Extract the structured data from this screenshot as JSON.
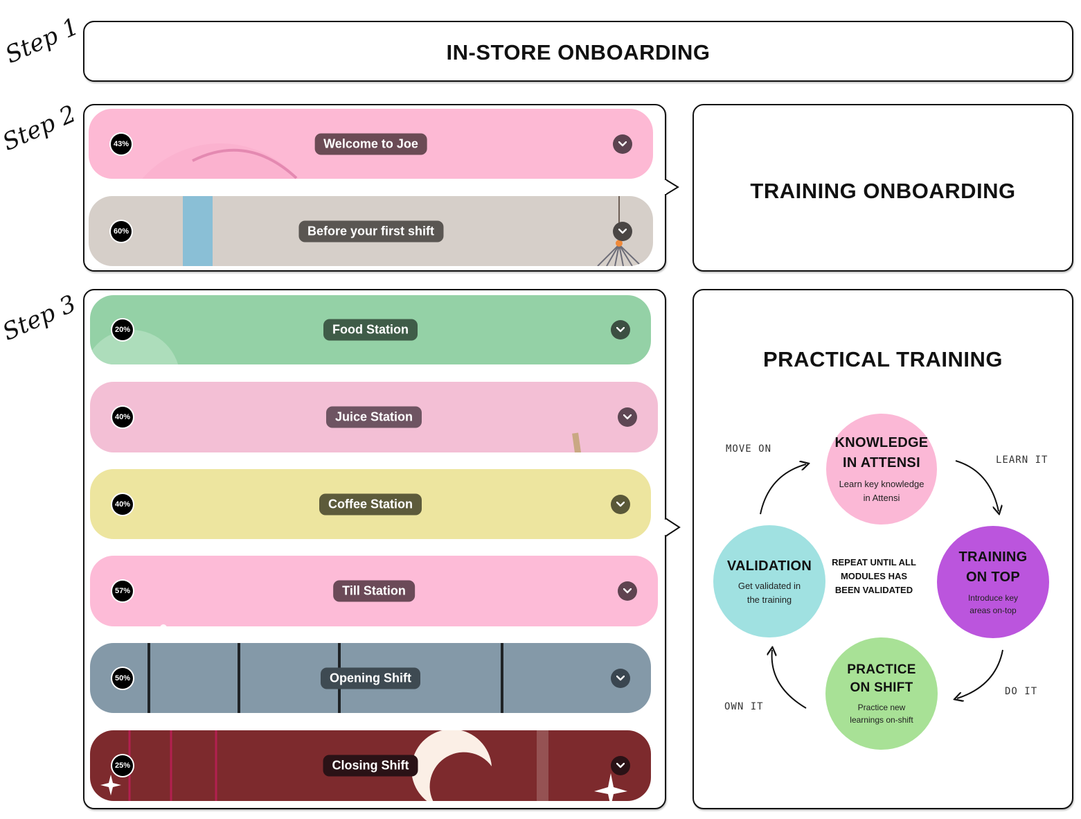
{
  "steps": [
    "Step 1",
    "Step 2",
    "Step 3"
  ],
  "step1": {
    "title": "IN-STORE ONBOARDING"
  },
  "step2": {
    "title": "TRAINING ONBOARDING",
    "modules": [
      {
        "percent": "43%",
        "label": "Welcome to Joe",
        "color": "#fdb9d4"
      },
      {
        "percent": "60%",
        "label": "Before your first shift",
        "color": "#d6cfc9"
      }
    ]
  },
  "step3": {
    "title": "PRACTICAL TRAINING",
    "modules": [
      {
        "percent": "20%",
        "label": "Food Station",
        "color": "#94d1a6"
      },
      {
        "percent": "40%",
        "label": "Juice Station",
        "color": "#f3bfd5"
      },
      {
        "percent": "40%",
        "label": "Coffee Station",
        "color": "#ede59f"
      },
      {
        "percent": "57%",
        "label": "Till Station",
        "color": "#fdbbd7"
      },
      {
        "percent": "50%",
        "label": "Opening Shift",
        "color": "#8499a8"
      },
      {
        "percent": "25%",
        "label": "Closing Shift",
        "color": "#7d2a2d"
      }
    ],
    "cycle": {
      "center": "REPEAT UNTIL ALL MODULES HAS BEEN VALIDATED",
      "nodes": [
        {
          "title_1": "KNOWLEDGE",
          "title_2": "IN ATTENSI",
          "desc_1": "Learn key knowledge",
          "desc_2": "in Attensi",
          "color": "#fbb8d6"
        },
        {
          "title_1": "TRAINING",
          "title_2": "ON TOP",
          "desc_1": "Introduce key",
          "desc_2": "areas on-top",
          "color": "#bb55dd"
        },
        {
          "title_1": "PRACTICE",
          "title_2": "ON SHIFT",
          "desc_1": "Practice new",
          "desc_2": "learnings on-shift",
          "color": "#a8e196"
        },
        {
          "title_1": "VALIDATION",
          "desc_1": "Get validated in",
          "desc_2": "the training",
          "color": "#a0e1e1"
        }
      ],
      "arrow_labels": [
        "LEARN IT",
        "DO IT",
        "OWN IT",
        "MOVE ON"
      ]
    }
  }
}
